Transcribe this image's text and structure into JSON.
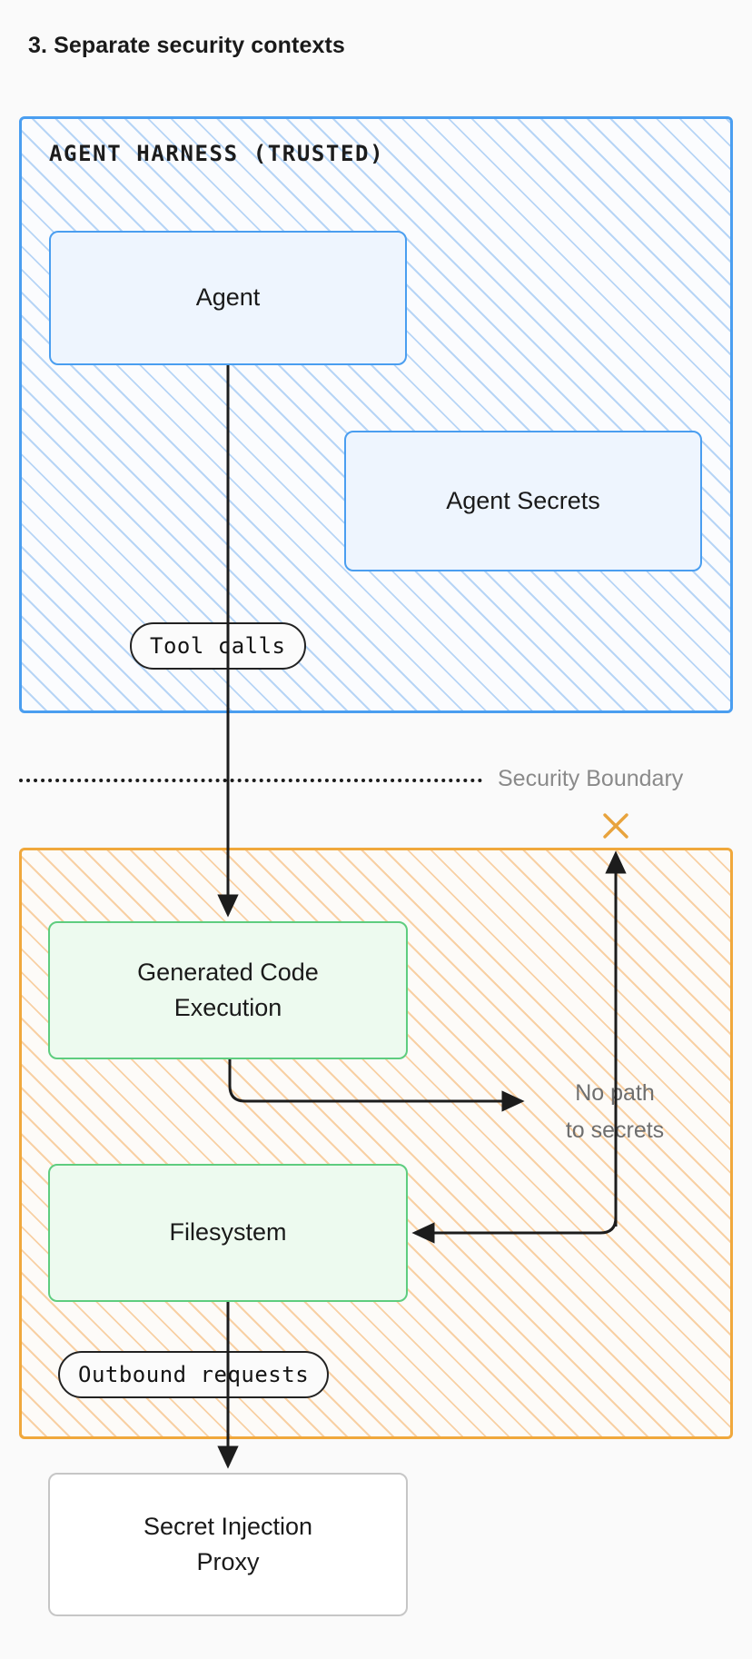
{
  "title": "3. Separate security contexts",
  "zones": [
    {
      "id": "trusted",
      "label": "AGENT HARNESS (TRUSTED)",
      "border_color": "#4a9ef0",
      "hatch_color": "#a0c8f3"
    },
    {
      "id": "untrusted",
      "label": "",
      "border_color": "#f0a83c",
      "hatch_color": "#f7c68f"
    }
  ],
  "nodes": {
    "agent": "Agent",
    "agent_secrets": "Agent Secrets",
    "generated_code_execution": "Generated Code\nExecution",
    "generated_code_execution_line1": "Generated Code",
    "generated_code_execution_line2": "Execution",
    "filesystem": "Filesystem",
    "secret_injection_proxy_line1": "Secret Injection",
    "secret_injection_proxy_line2": "Proxy"
  },
  "edges": {
    "tool_calls": "Tool calls",
    "outbound_requests": "Outbound requests"
  },
  "annotations": {
    "security_boundary": "Security Boundary",
    "no_path_line1": "No path",
    "no_path_line2": "to secrets",
    "block_icon": "x-mark-icon"
  },
  "colors": {
    "trusted_border": "#4a9ef0",
    "trusted_fill": "#eef5fe",
    "untrusted_border": "#f0a83c",
    "sandbox_node_border": "#5ecd7f",
    "sandbox_node_fill": "#edfaef",
    "neutral_node_border": "#c6c6c6",
    "block_mark": "#e8a33d",
    "connector": "#1c1c1c",
    "muted_text": "#6e6e6e",
    "background": "#fafafa"
  }
}
